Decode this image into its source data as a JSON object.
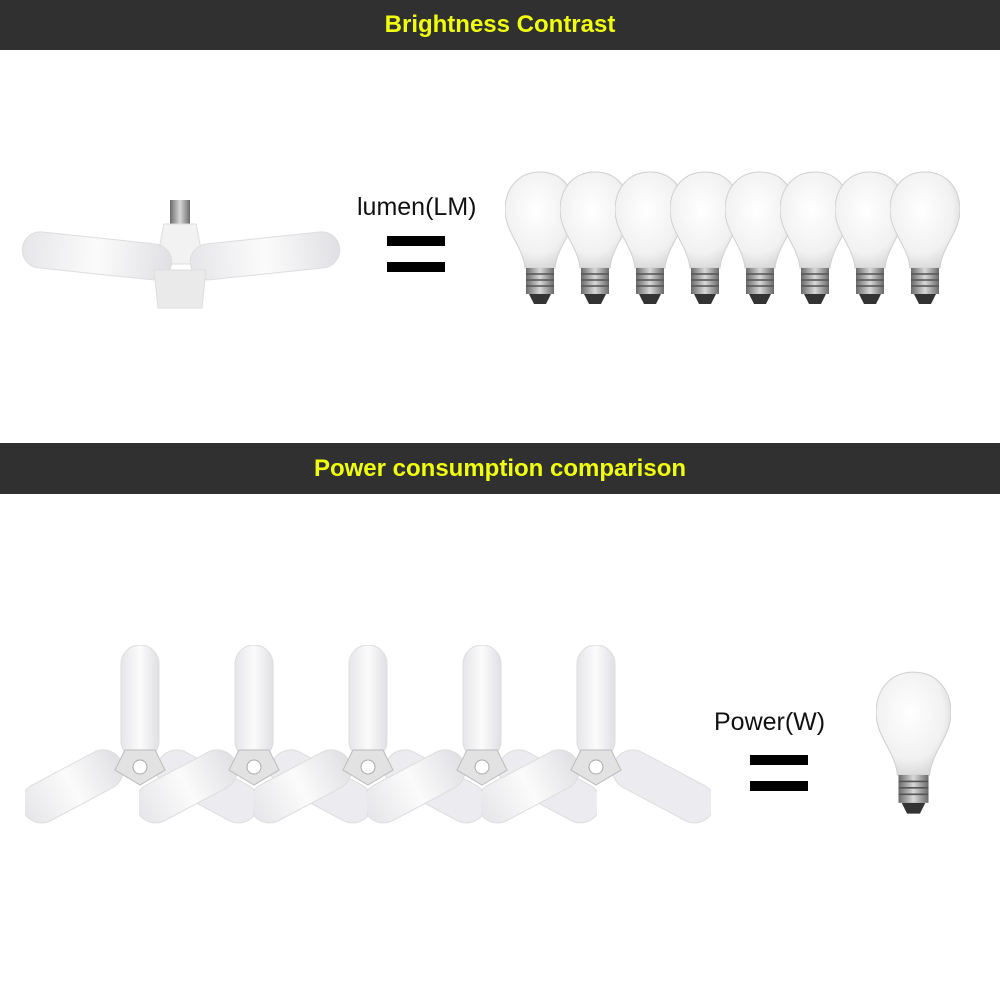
{
  "sections": [
    {
      "title": "Brightness Contrast",
      "equal_label": "lumen(LM)",
      "left_count": 1,
      "right_bulb_count": 8
    },
    {
      "title": "Power consumption comparison",
      "equal_label": "Power(W)",
      "left_count": 5,
      "right_bulb_count": 1
    }
  ],
  "colors": {
    "header_bg": "#303030",
    "header_text": "#f0ff0a"
  }
}
